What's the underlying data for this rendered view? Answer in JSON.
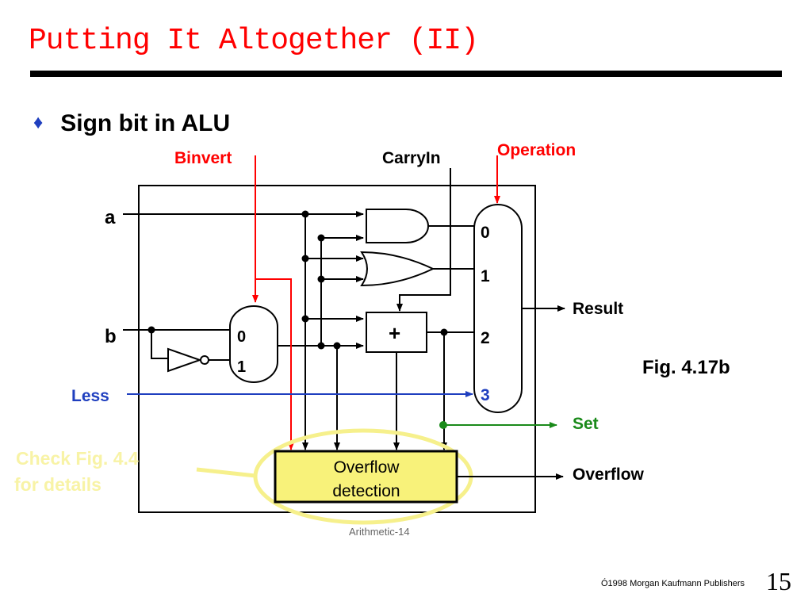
{
  "slide": {
    "title": "Putting It Altogether (II)",
    "bullet": "Sign bit in ALU",
    "footer": "Ó1998 Morgan Kaufmann Publishers",
    "page_number": "15"
  },
  "diagram": {
    "labels": {
      "binvert": "Binvert",
      "carryin": "CarryIn",
      "operation": "Operation",
      "a": "a",
      "b": "b",
      "less": "Less",
      "result": "Result",
      "set": "Set",
      "overflow": "Overflow",
      "fig": "Fig. 4.17b",
      "caption": "Arithmetic-14"
    },
    "mux_inputs": [
      "0",
      "1",
      "2",
      "3"
    ],
    "binvert_mux_inputs": [
      "0",
      "1"
    ],
    "adder_symbol": "+",
    "overflow_box": [
      "Overflow",
      "detection"
    ],
    "note": [
      "Check Fig. 4.4",
      "for details"
    ],
    "colors": {
      "title": "#ff0000",
      "binvert": "#ff0000",
      "less": "#1f3fbf",
      "set": "#1a8a1a",
      "highlight": "#f6f08c",
      "box_fill": "#f8f27a"
    }
  }
}
